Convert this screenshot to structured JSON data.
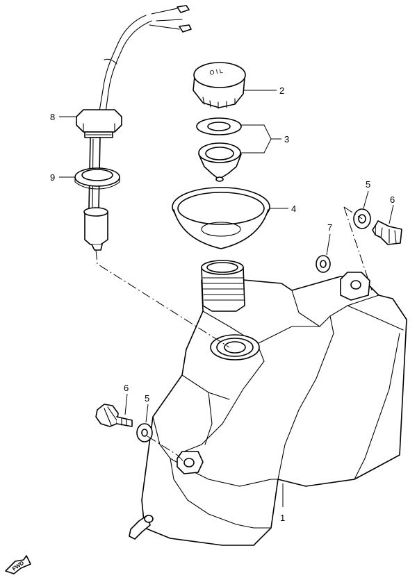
{
  "callouts": {
    "c1": "1",
    "c2": "2",
    "c3": "3",
    "c4": "4",
    "c5a": "5",
    "c5b": "5",
    "c6a": "6",
    "c6b": "6",
    "c7": "7",
    "c8": "8",
    "c9": "9"
  },
  "fwd_marker": {
    "label": "FWD",
    "icon": "fwd-arrow-icon"
  },
  "colors": {
    "line": "#000000",
    "background": "#ffffff"
  }
}
